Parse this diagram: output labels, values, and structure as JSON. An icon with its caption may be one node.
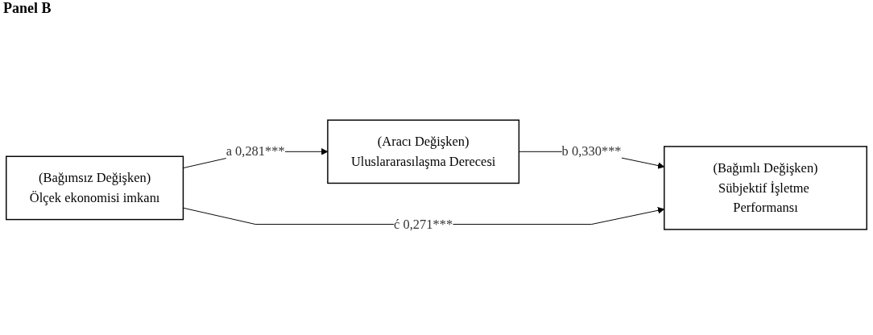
{
  "diagram": {
    "title": "Panel B",
    "nodes": [
      {
        "text": [
          "(Aracı Değişken)",
          "Uluslararasılaşma Derecesi"
        ]
      },
      {
        "text": [
          "(Bağımsız Değişken)",
          "Ölçek ekonomisi imkanı"
        ]
      },
      {
        "text": [
          "(Bağımlı Değişken)",
          "Sübjektif İşletme Performansı"
        ]
      }
    ],
    "edges": [
      {
        "from": 1,
        "to": 0,
        "arrow": "to",
        "label": "a 0,281***"
      },
      {
        "from": 0,
        "to": 2,
        "arrow": "to",
        "label": "b 0,330***"
      },
      {
        "from": 1,
        "to": 2,
        "arrow": "to",
        "label": "ć 0,271***"
      }
    ]
  }
}
